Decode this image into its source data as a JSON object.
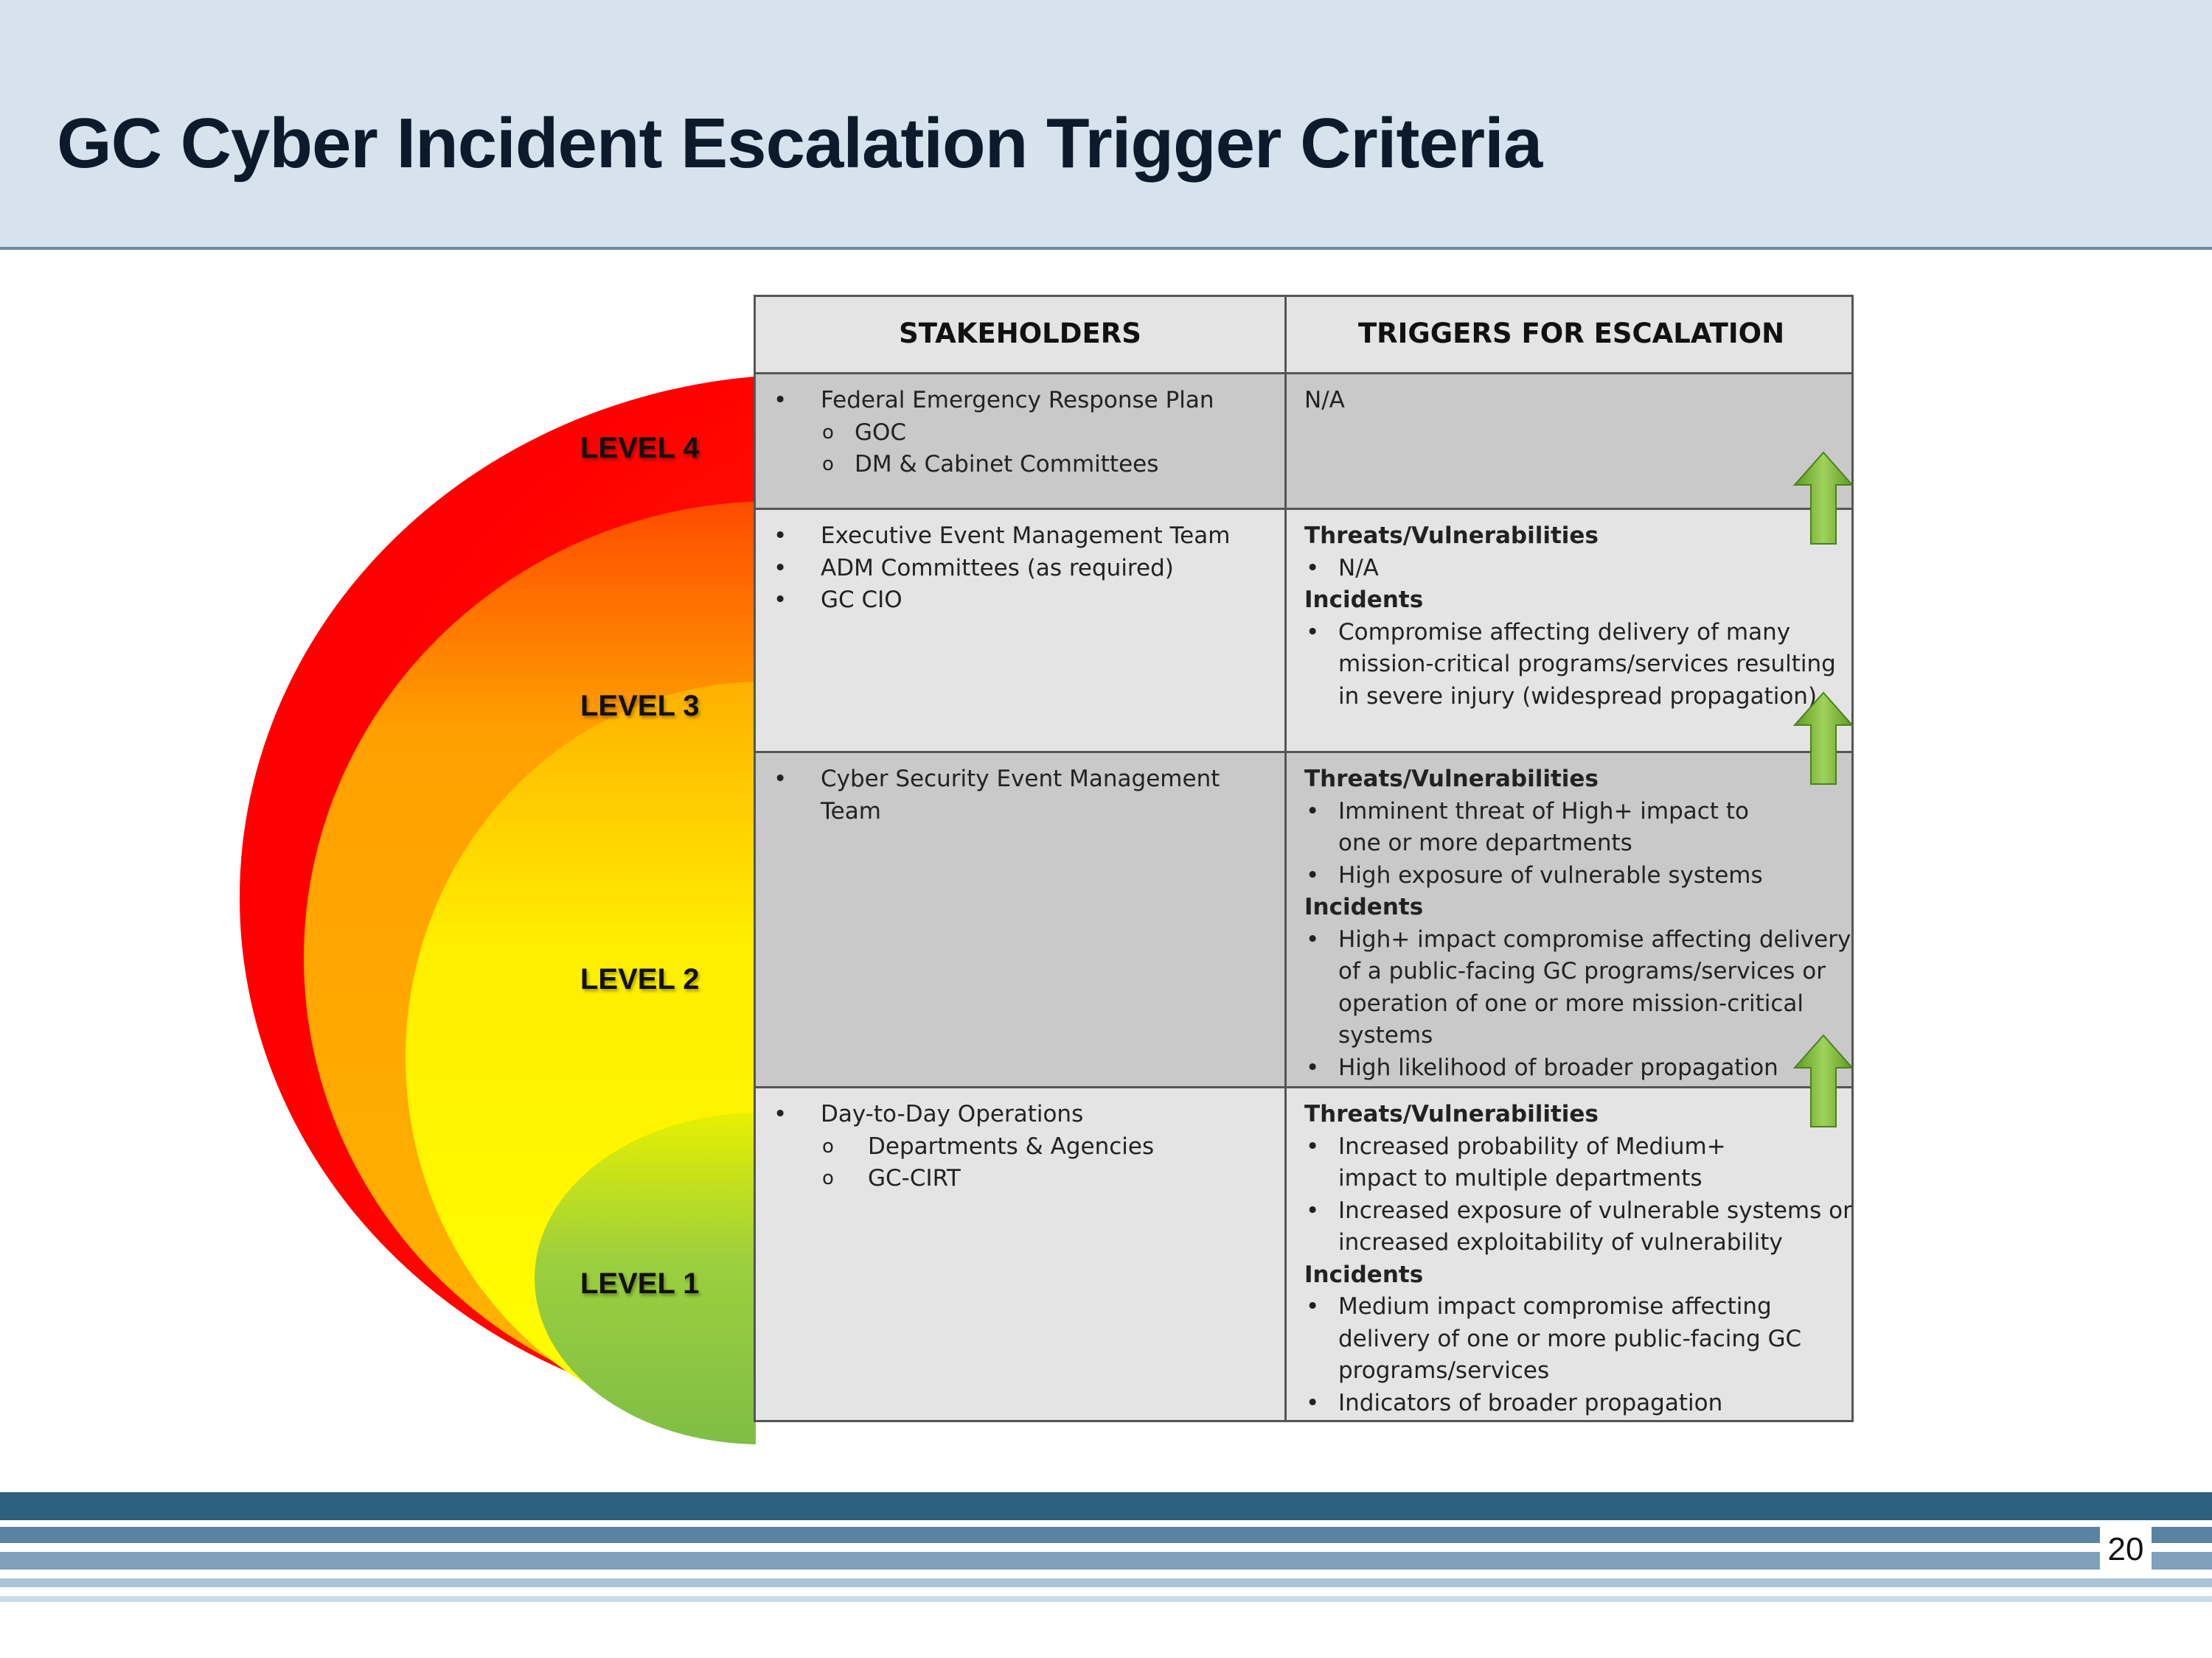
{
  "slide": {
    "title": "GC Cyber Incident Escalation Trigger Criteria",
    "page_number": "20"
  },
  "levels": [
    "LEVEL 4",
    "LEVEL 3",
    "LEVEL 2",
    "LEVEL 1"
  ],
  "table": {
    "headers": [
      "STAKEHOLDERS",
      "TRIGGERS FOR ESCALATION"
    ],
    "rows": [
      {
        "stakeholders": {
          "items": [
            "Federal Emergency Response Plan"
          ],
          "subitems": [
            "GOC",
            "DM & Cabinet Committees"
          ]
        },
        "triggers": {
          "text": "N/A"
        }
      },
      {
        "stakeholders": {
          "items": [
            "Executive Event Management Team",
            "ADM Committees (as required)",
            "GC CIO"
          ]
        },
        "triggers": {
          "threats_heading": "Threats/Vulnerabilities",
          "threats": [
            "N/A"
          ],
          "incidents_heading": "Incidents",
          "incidents": [
            "Compromise affecting delivery of many mission-critical programs/services resulting in severe injury  (widespread propagation)"
          ]
        }
      },
      {
        "stakeholders": {
          "items": [
            "Cyber Security Event Management Team"
          ]
        },
        "triggers": {
          "threats_heading": "Threats/Vulnerabilities",
          "threats": [
            "Imminent threat of High+ impact to one or more departments",
            "High exposure of vulnerable systems"
          ],
          "incidents_heading": "Incidents",
          "incidents": [
            "High+ impact compromise affecting delivery of a public-facing GC programs/services or operation of one or more mission-critical systems",
            "High likelihood of broader  propagation"
          ]
        }
      },
      {
        "stakeholders": {
          "items": [
            "Day-to-Day Operations"
          ],
          "subitems": [
            "Departments & Agencies",
            "GC-CIRT"
          ]
        },
        "triggers": {
          "threats_heading": "Threats/Vulnerabilities",
          "threats": [
            "Increased probability of Medium+ impact to multiple departments",
            "Increased exposure of vulnerable systems or increased exploitability of vulnerability"
          ],
          "incidents_heading": "Incidents",
          "incidents": [
            "Medium impact compromise affecting delivery of one or more public-facing GC programs/services",
            "Indicators of broader propagation"
          ]
        }
      }
    ]
  },
  "colors": {
    "level4": "#ff0000",
    "level3": "#ffa500",
    "level2": "#ffff00",
    "level1": "#8cc63f",
    "arrow": "#7cb83a",
    "header_band": "#d6e3ef",
    "footer_dark": "#2d5f7e",
    "footer_light": "#7fa1bb"
  },
  "icons": [
    "escalation-arrow-up-icon"
  ]
}
